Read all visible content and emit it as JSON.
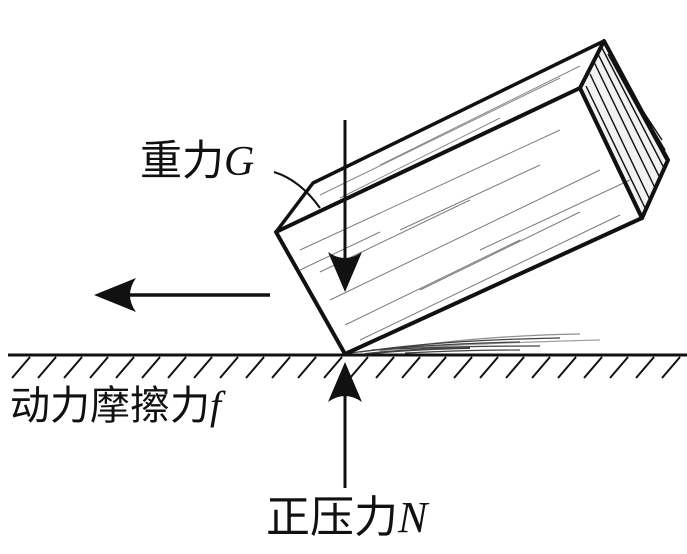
{
  "labels": {
    "gravity": {
      "text": "重力",
      "symbol": "G"
    },
    "friction": {
      "text": "动力摩擦力",
      "symbol": "f"
    },
    "normal": {
      "text": "正压力",
      "symbol": "N"
    }
  },
  "colors": {
    "ink": "#111111",
    "paper": "#ffffff"
  }
}
